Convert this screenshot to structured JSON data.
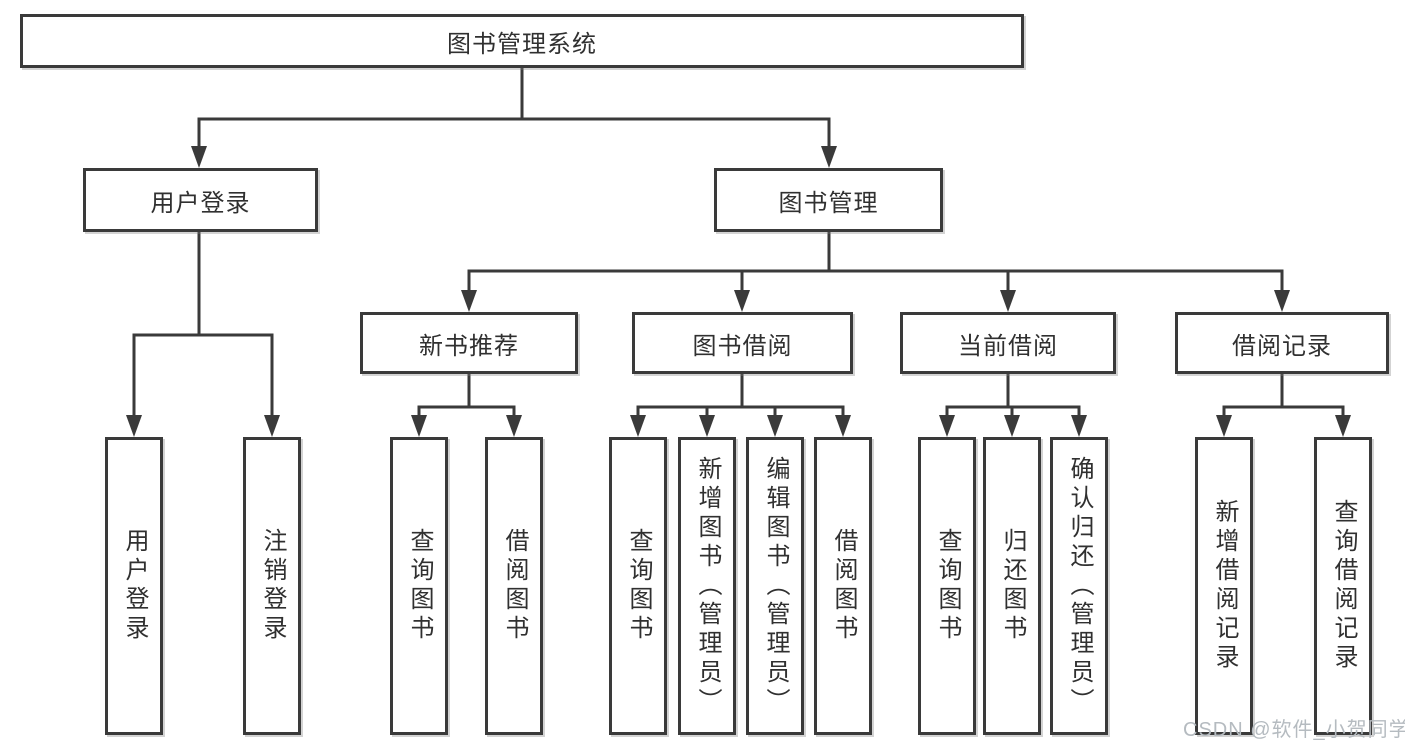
{
  "diagram": {
    "root": {
      "label": "图书管理系统"
    },
    "branches": [
      {
        "label": "用户登录",
        "children": [
          {
            "label": "用户登录"
          },
          {
            "label": "注销登录"
          }
        ]
      },
      {
        "label": "图书管理",
        "children": [
          {
            "label": "新书推荐",
            "children": [
              {
                "label": "查询图书"
              },
              {
                "label": "借阅图书"
              }
            ]
          },
          {
            "label": "图书借阅",
            "children": [
              {
                "label": "查询图书"
              },
              {
                "label": "新增图书（管理员）"
              },
              {
                "label": "编辑图书（管理员）"
              },
              {
                "label": "借阅图书"
              }
            ]
          },
          {
            "label": "当前借阅",
            "children": [
              {
                "label": "查询图书"
              },
              {
                "label": "归还图书"
              },
              {
                "label": "确认归还（管理员）"
              }
            ]
          },
          {
            "label": "借阅记录",
            "children": [
              {
                "label": "新增借阅记录"
              },
              {
                "label": "查询借阅记录"
              }
            ]
          }
        ]
      }
    ]
  },
  "watermark": {
    "text": "CSDN @软件_小贺同学"
  },
  "colors": {
    "line": "#3a3a3a",
    "text": "#303030",
    "box_background": "#ffffff",
    "background": "#ffffff",
    "watermark": "#b5bbc0"
  }
}
